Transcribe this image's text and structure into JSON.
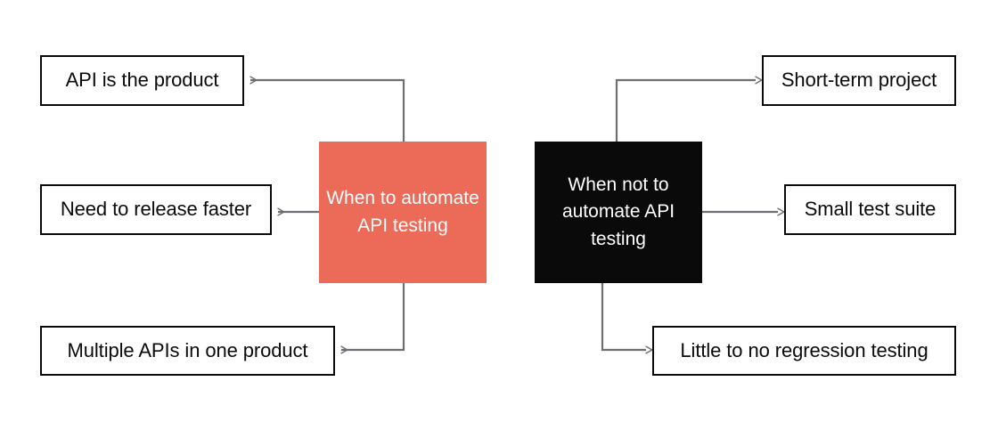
{
  "diagram": {
    "title_text_absent": "",
    "background_color": "#ffffff",
    "connector_color": "#6e6e73",
    "outline_color": "#0b0b0b",
    "hub_left": {
      "label": "When to automate API testing",
      "color": "#ec6a58",
      "text_color": "#ffffff"
    },
    "hub_right": {
      "label": "When not to automate API testing",
      "color": "#0a0a0a",
      "text_color": "#ffffff"
    },
    "left_reasons": [
      {
        "label": "API is the product"
      },
      {
        "label": "Need to release faster"
      },
      {
        "label": "Multiple APIs in one product"
      }
    ],
    "right_reasons": [
      {
        "label": "Short-term project"
      },
      {
        "label": "Small test suite"
      },
      {
        "label": "Little to no regression testing"
      }
    ],
    "connectors": [
      {
        "name": "hub-left-to-api-is-the-product",
        "direction": "left"
      },
      {
        "name": "hub-left-to-need-release-faster",
        "direction": "left"
      },
      {
        "name": "hub-left-to-multiple-apis",
        "direction": "left"
      },
      {
        "name": "hub-right-to-short-term-project",
        "direction": "right"
      },
      {
        "name": "hub-right-to-small-test-suite",
        "direction": "right"
      },
      {
        "name": "hub-right-to-little-regression",
        "direction": "right"
      }
    ]
  }
}
